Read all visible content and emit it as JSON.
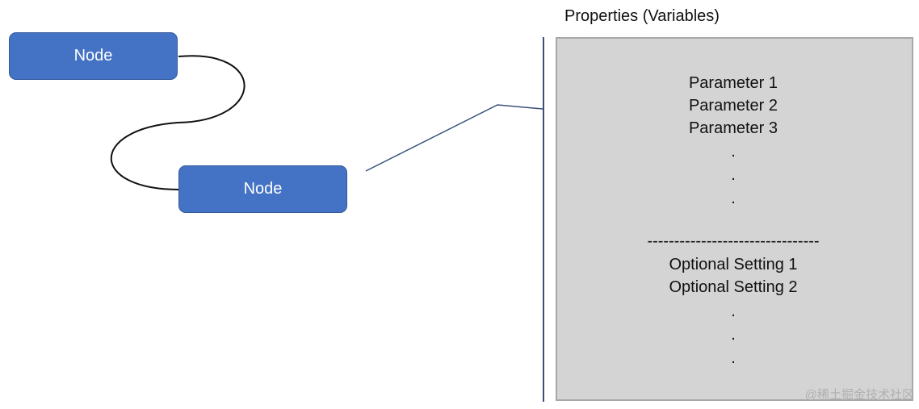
{
  "nodes": [
    {
      "label": "Node"
    },
    {
      "label": "Node"
    }
  ],
  "properties_panel": {
    "title": "Properties (Variables)",
    "parameters": [
      "Parameter 1",
      "Parameter 2",
      "Parameter 3"
    ],
    "parameter_ellipsis": [
      ".",
      ".",
      "."
    ],
    "separator": "--------------------------------",
    "optional_settings": [
      "Optional Setting 1",
      "Optional Setting 2"
    ],
    "optional_ellipsis": [
      ".",
      ".",
      "."
    ]
  },
  "watermark": "@稀土掘金技术社区",
  "colors": {
    "node_fill": "#4472c4",
    "panel_fill": "#d4d4d4",
    "callout_line": "#3a4f7a"
  }
}
